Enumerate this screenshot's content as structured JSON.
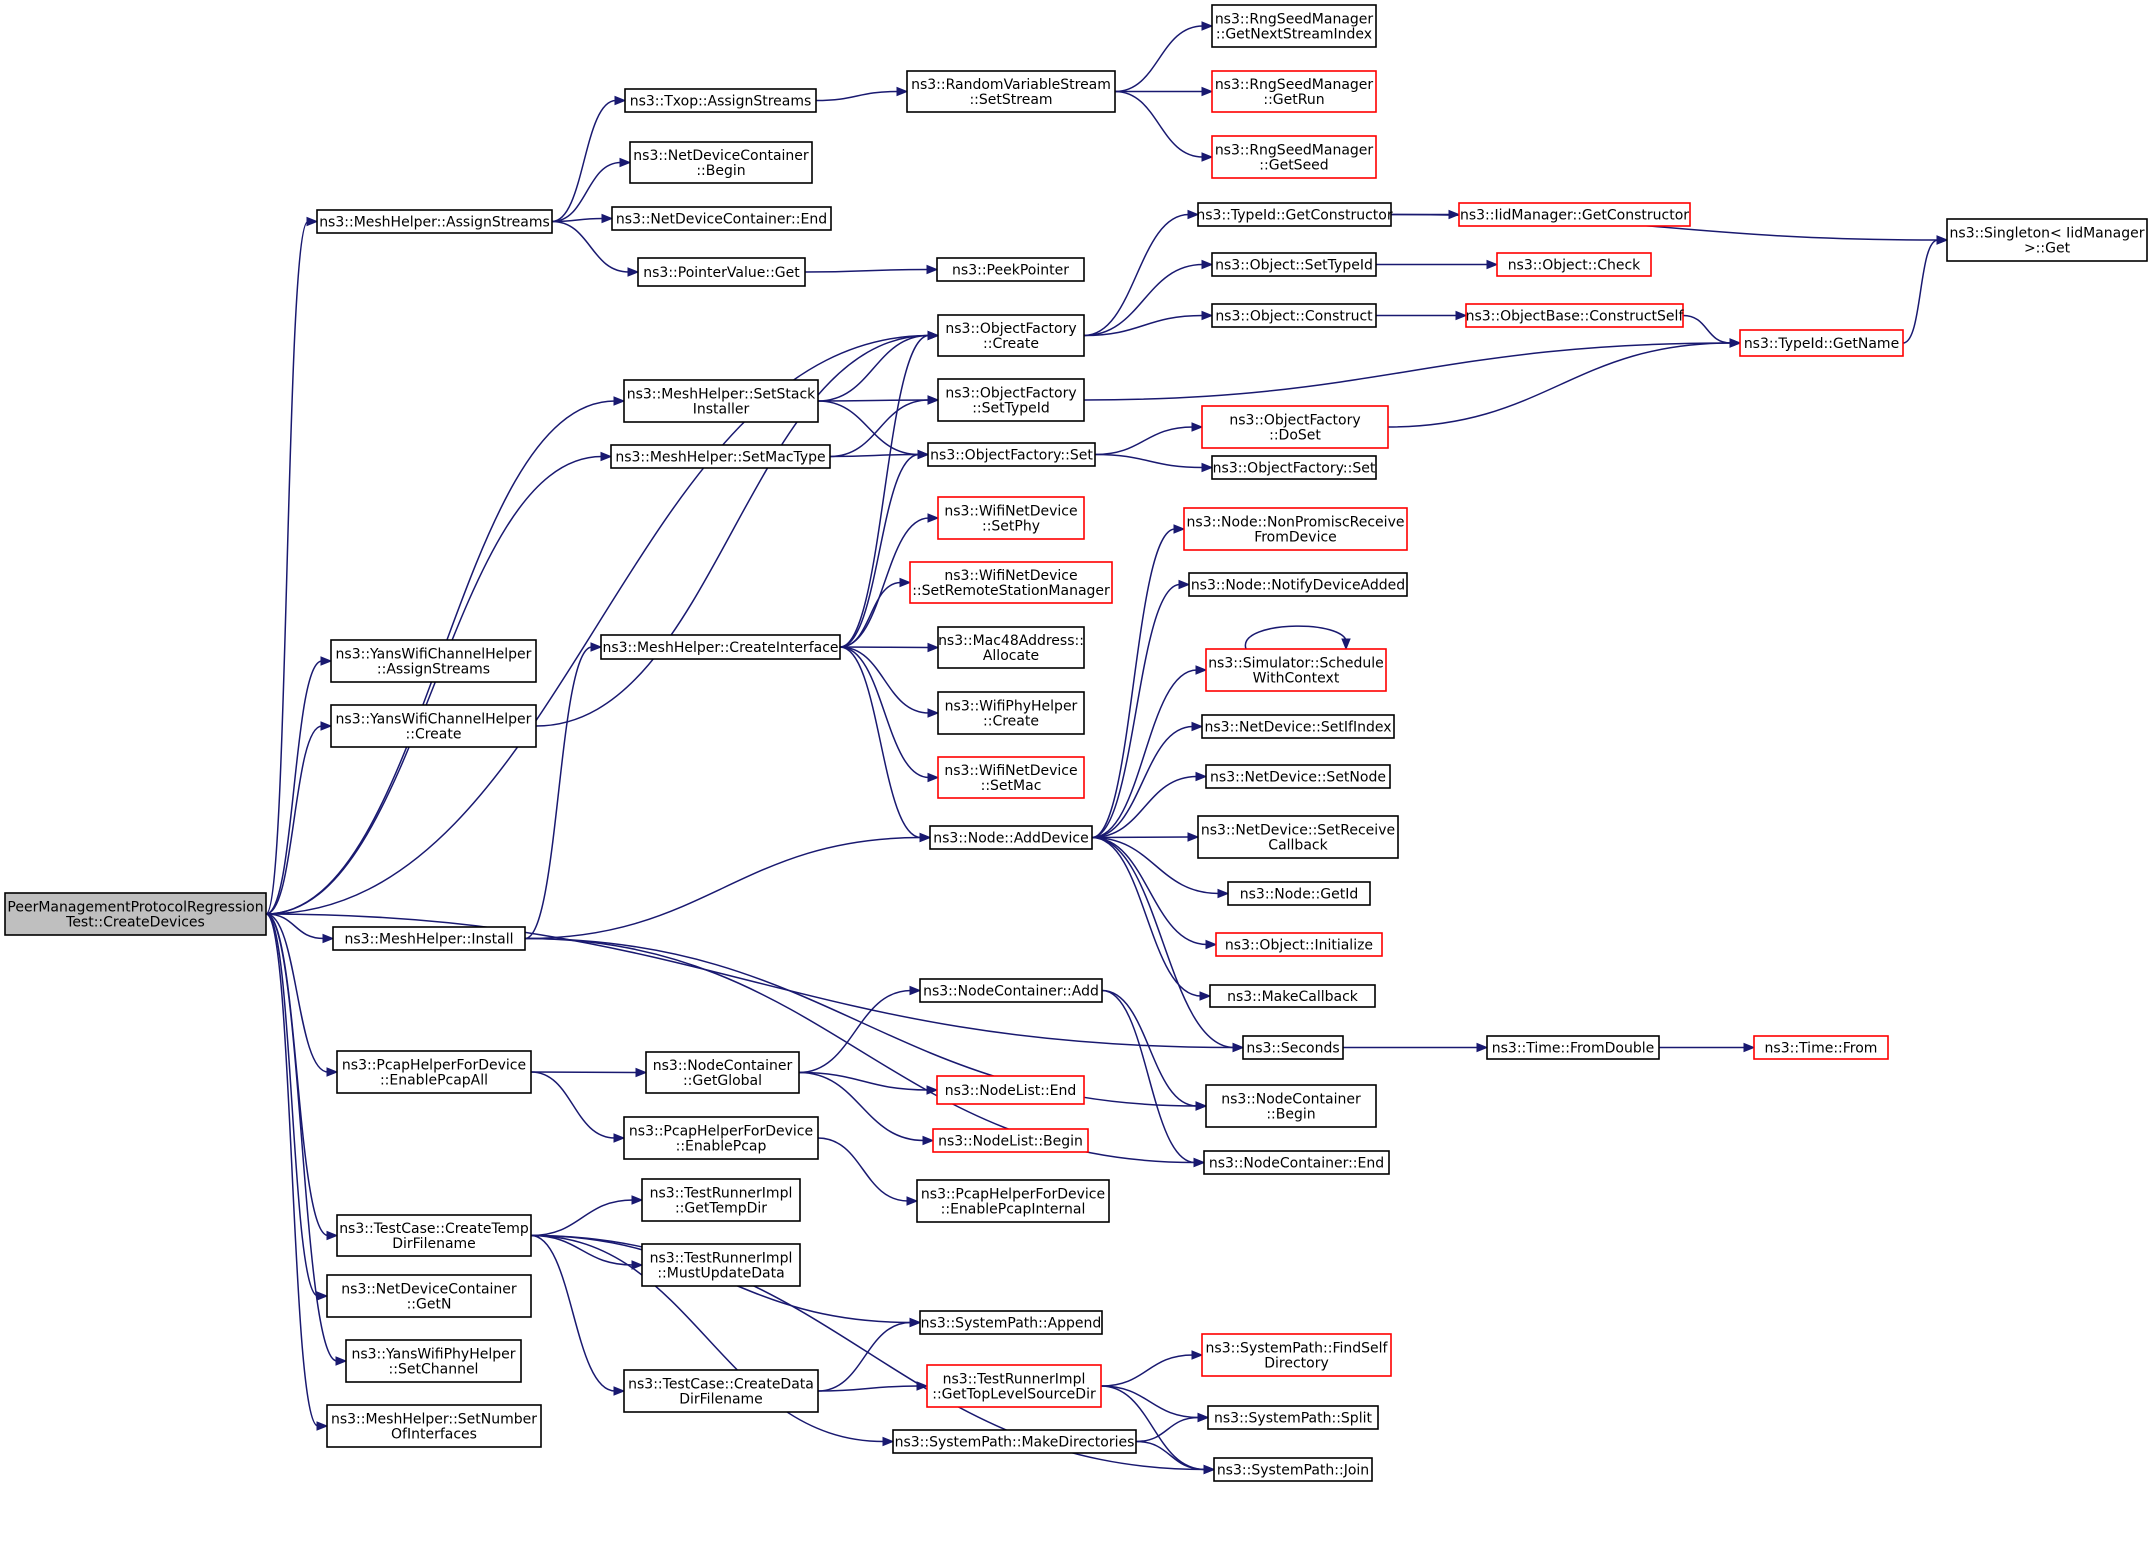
{
  "diagram": {
    "nodes": [
      {
        "id": "root",
        "lines": [
          "PeerManagementProtocolRegression",
          "Test::CreateDevices"
        ],
        "style": "root"
      },
      {
        "id": "mh_assign",
        "lines": [
          "ns3::MeshHelper::AssignStreams"
        ],
        "style": "normal"
      },
      {
        "id": "yans_assign",
        "lines": [
          "ns3::YansWifiChannelHelper",
          "::AssignStreams"
        ],
        "style": "normal"
      },
      {
        "id": "yans_create",
        "lines": [
          "ns3::YansWifiChannelHelper",
          "::Create"
        ],
        "style": "normal"
      },
      {
        "id": "mh_install",
        "lines": [
          "ns3::MeshHelper::Install"
        ],
        "style": "normal"
      },
      {
        "id": "pcap_all",
        "lines": [
          "ns3::PcapHelperForDevice",
          "::EnablePcapAll"
        ],
        "style": "normal"
      },
      {
        "id": "tc_temp",
        "lines": [
          "ns3::TestCase::CreateTemp",
          "DirFilename"
        ],
        "style": "normal"
      },
      {
        "id": "ndc_getn",
        "lines": [
          "ns3::NetDeviceContainer",
          "::GetN"
        ],
        "style": "normal"
      },
      {
        "id": "yansphy_setch",
        "lines": [
          "ns3::YansWifiPhyHelper",
          "::SetChannel"
        ],
        "style": "normal"
      },
      {
        "id": "mh_setnum",
        "lines": [
          "ns3::MeshHelper::SetNumber",
          "OfInterfaces"
        ],
        "style": "normal"
      },
      {
        "id": "txop_assign",
        "lines": [
          "ns3::Txop::AssignStreams"
        ],
        "style": "normal"
      },
      {
        "id": "ndc_begin",
        "lines": [
          "ns3::NetDeviceContainer",
          "::Begin"
        ],
        "style": "normal"
      },
      {
        "id": "ndc_end",
        "lines": [
          "ns3::NetDeviceContainer::End"
        ],
        "style": "normal"
      },
      {
        "id": "pv_get",
        "lines": [
          "ns3::PointerValue::Get"
        ],
        "style": "normal"
      },
      {
        "id": "mh_setstack",
        "lines": [
          "ns3::MeshHelper::SetStack",
          "Installer"
        ],
        "style": "normal"
      },
      {
        "id": "mh_setmac",
        "lines": [
          "ns3::MeshHelper::SetMacType"
        ],
        "style": "normal"
      },
      {
        "id": "mh_createif",
        "lines": [
          "ns3::MeshHelper::CreateInterface"
        ],
        "style": "normal"
      },
      {
        "id": "nc_getglobal",
        "lines": [
          "ns3::NodeContainer",
          "::GetGlobal"
        ],
        "style": "normal"
      },
      {
        "id": "pcap_enable",
        "lines": [
          "ns3::PcapHelperForDevice",
          "::EnablePcap"
        ],
        "style": "normal"
      },
      {
        "id": "tri_gettemp",
        "lines": [
          "ns3::TestRunnerImpl",
          "::GetTempDir"
        ],
        "style": "normal"
      },
      {
        "id": "tri_must",
        "lines": [
          "ns3::TestRunnerImpl",
          "::MustUpdateData"
        ],
        "style": "normal"
      },
      {
        "id": "tc_data",
        "lines": [
          "ns3::TestCase::CreateData",
          "DirFilename"
        ],
        "style": "normal"
      },
      {
        "id": "rvs_setstream",
        "lines": [
          "ns3::RandomVariableStream",
          "::SetStream"
        ],
        "style": "normal"
      },
      {
        "id": "peekpointer",
        "lines": [
          "ns3::PeekPointer"
        ],
        "style": "normal"
      },
      {
        "id": "of_create",
        "lines": [
          "ns3::ObjectFactory",
          "::Create"
        ],
        "style": "normal"
      },
      {
        "id": "of_settypeid",
        "lines": [
          "ns3::ObjectFactory",
          "::SetTypeId"
        ],
        "style": "normal"
      },
      {
        "id": "of_set",
        "lines": [
          "ns3::ObjectFactory::Set"
        ],
        "style": "normal"
      },
      {
        "id": "wnd_setphy",
        "lines": [
          "ns3::WifiNetDevice",
          "::SetPhy"
        ],
        "style": "red"
      },
      {
        "id": "wnd_setrsm",
        "lines": [
          "ns3::WifiNetDevice",
          "::SetRemoteStationManager"
        ],
        "style": "red"
      },
      {
        "id": "mac48_alloc",
        "lines": [
          "ns3::Mac48Address::",
          "Allocate"
        ],
        "style": "normal"
      },
      {
        "id": "wph_create",
        "lines": [
          "ns3::WifiPhyHelper",
          "::Create"
        ],
        "style": "normal"
      },
      {
        "id": "wnd_setmac",
        "lines": [
          "ns3::WifiNetDevice",
          "::SetMac"
        ],
        "style": "red"
      },
      {
        "id": "node_adddev",
        "lines": [
          "ns3::Node::AddDevice"
        ],
        "style": "normal"
      },
      {
        "id": "nc_add",
        "lines": [
          "ns3::NodeContainer::Add"
        ],
        "style": "normal"
      },
      {
        "id": "nl_end",
        "lines": [
          "ns3::NodeList::End"
        ],
        "style": "red"
      },
      {
        "id": "nl_begin",
        "lines": [
          "ns3::NodeList::Begin"
        ],
        "style": "red"
      },
      {
        "id": "pcap_internal",
        "lines": [
          "ns3::PcapHelperForDevice",
          "::EnablePcapInternal"
        ],
        "style": "normal"
      },
      {
        "id": "sp_append",
        "lines": [
          "ns3::SystemPath::Append"
        ],
        "style": "normal"
      },
      {
        "id": "tri_gettop",
        "lines": [
          "ns3::TestRunnerImpl",
          "::GetTopLevelSourceDir"
        ],
        "style": "red"
      },
      {
        "id": "sp_mkdirs",
        "lines": [
          "ns3::SystemPath::MakeDirectories"
        ],
        "style": "normal"
      },
      {
        "id": "rsm_nextidx",
        "lines": [
          "ns3::RngSeedManager",
          "::GetNextStreamIndex"
        ],
        "style": "normal"
      },
      {
        "id": "rsm_getrun",
        "lines": [
          "ns3::RngSeedManager",
          "::GetRun"
        ],
        "style": "red"
      },
      {
        "id": "rsm_getseed",
        "lines": [
          "ns3::RngSeedManager",
          "::GetSeed"
        ],
        "style": "red"
      },
      {
        "id": "tid_getctor",
        "lines": [
          "ns3::TypeId::GetConstructor"
        ],
        "style": "normal"
      },
      {
        "id": "obj_settypeid",
        "lines": [
          "ns3::Object::SetTypeId"
        ],
        "style": "normal"
      },
      {
        "id": "obj_construct",
        "lines": [
          "ns3::Object::Construct"
        ],
        "style": "normal"
      },
      {
        "id": "of_doset",
        "lines": [
          "ns3::ObjectFactory",
          "::DoSet"
        ],
        "style": "red"
      },
      {
        "id": "of_set2",
        "lines": [
          "ns3::ObjectFactory::Set"
        ],
        "style": "normal"
      },
      {
        "id": "node_nonpromisc",
        "lines": [
          "ns3::Node::NonPromiscReceive",
          "FromDevice"
        ],
        "style": "red"
      },
      {
        "id": "node_notify",
        "lines": [
          "ns3::Node::NotifyDeviceAdded"
        ],
        "style": "normal"
      },
      {
        "id": "sim_sched",
        "lines": [
          "ns3::Simulator::Schedule",
          "WithContext"
        ],
        "style": "red"
      },
      {
        "id": "nd_setifindex",
        "lines": [
          "ns3::NetDevice::SetIfIndex"
        ],
        "style": "normal"
      },
      {
        "id": "nd_setnode",
        "lines": [
          "ns3::NetDevice::SetNode"
        ],
        "style": "normal"
      },
      {
        "id": "nd_setrecv",
        "lines": [
          "ns3::NetDevice::SetReceive",
          "Callback"
        ],
        "style": "normal"
      },
      {
        "id": "node_getid",
        "lines": [
          "ns3::Node::GetId"
        ],
        "style": "normal"
      },
      {
        "id": "obj_init",
        "lines": [
          "ns3::Object::Initialize"
        ],
        "style": "red"
      },
      {
        "id": "makecb",
        "lines": [
          "ns3::MakeCallback"
        ],
        "style": "normal"
      },
      {
        "id": "seconds",
        "lines": [
          "ns3::Seconds"
        ],
        "style": "normal"
      },
      {
        "id": "nc_begin",
        "lines": [
          "ns3::NodeContainer",
          "::Begin"
        ],
        "style": "normal"
      },
      {
        "id": "nc_end",
        "lines": [
          "ns3::NodeContainer::End"
        ],
        "style": "normal"
      },
      {
        "id": "sp_findself",
        "lines": [
          "ns3::SystemPath::FindSelf",
          "Directory"
        ],
        "style": "red"
      },
      {
        "id": "sp_split",
        "lines": [
          "ns3::SystemPath::Split"
        ],
        "style": "normal"
      },
      {
        "id": "sp_join",
        "lines": [
          "ns3::SystemPath::Join"
        ],
        "style": "normal"
      },
      {
        "id": "iid_getctor",
        "lines": [
          "ns3::IidManager::GetConstructor"
        ],
        "style": "red"
      },
      {
        "id": "obj_check",
        "lines": [
          "ns3::Object::Check"
        ],
        "style": "red"
      },
      {
        "id": "ob_constructself",
        "lines": [
          "ns3::ObjectBase::ConstructSelf"
        ],
        "style": "red"
      },
      {
        "id": "tid_getname",
        "lines": [
          "ns3::TypeId::GetName"
        ],
        "style": "red"
      },
      {
        "id": "time_fromdouble",
        "lines": [
          "ns3::Time::FromDouble"
        ],
        "style": "normal"
      },
      {
        "id": "time_from",
        "lines": [
          "ns3::Time::From"
        ],
        "style": "red"
      },
      {
        "id": "singleton_get",
        "lines": [
          "ns3::Singleton< IidManager",
          " >::Get"
        ],
        "style": "normal"
      }
    ],
    "edges": [
      [
        "root",
        "mh_assign"
      ],
      [
        "root",
        "yans_assign"
      ],
      [
        "root",
        "yans_create"
      ],
      [
        "root",
        "mh_setstack"
      ],
      [
        "root",
        "mh_setmac"
      ],
      [
        "root",
        "of_create"
      ],
      [
        "root",
        "mh_install"
      ],
      [
        "root",
        "seconds"
      ],
      [
        "root",
        "pcap_all"
      ],
      [
        "root",
        "tc_temp"
      ],
      [
        "root",
        "ndc_getn"
      ],
      [
        "root",
        "yansphy_setch"
      ],
      [
        "root",
        "mh_setnum"
      ],
      [
        "mh_assign",
        "txop_assign"
      ],
      [
        "mh_assign",
        "ndc_begin"
      ],
      [
        "mh_assign",
        "ndc_end"
      ],
      [
        "mh_assign",
        "pv_get"
      ],
      [
        "txop_assign",
        "rvs_setstream"
      ],
      [
        "pv_get",
        "peekpointer"
      ],
      [
        "rvs_setstream",
        "rsm_nextidx"
      ],
      [
        "rvs_setstream",
        "rsm_getrun"
      ],
      [
        "rvs_setstream",
        "rsm_getseed"
      ],
      [
        "yans_create",
        "of_create"
      ],
      [
        "mh_setstack",
        "of_create"
      ],
      [
        "mh_setstack",
        "of_settypeid"
      ],
      [
        "mh_setstack",
        "of_set"
      ],
      [
        "mh_setmac",
        "of_settypeid"
      ],
      [
        "mh_setmac",
        "of_set"
      ],
      [
        "mh_install",
        "mh_createif"
      ],
      [
        "mh_install",
        "node_adddev"
      ],
      [
        "mh_install",
        "nc_begin"
      ],
      [
        "mh_install",
        "nc_end"
      ],
      [
        "mh_createif",
        "of_create"
      ],
      [
        "mh_createif",
        "of_set"
      ],
      [
        "mh_createif",
        "wnd_setphy"
      ],
      [
        "mh_createif",
        "wnd_setrsm"
      ],
      [
        "mh_createif",
        "mac48_alloc"
      ],
      [
        "mh_createif",
        "wph_create"
      ],
      [
        "mh_createif",
        "wnd_setmac"
      ],
      [
        "mh_createif",
        "node_adddev"
      ],
      [
        "of_create",
        "tid_getctor"
      ],
      [
        "of_create",
        "obj_settypeid"
      ],
      [
        "of_create",
        "obj_construct"
      ],
      [
        "of_settypeid",
        "tid_getname"
      ],
      [
        "of_set",
        "of_doset"
      ],
      [
        "of_set",
        "of_set2"
      ],
      [
        "tid_getctor",
        "iid_getctor"
      ],
      [
        "tid_getctor",
        "singleton_get"
      ],
      [
        "obj_settypeid",
        "obj_check"
      ],
      [
        "obj_construct",
        "ob_constructself"
      ],
      [
        "ob_constructself",
        "tid_getname"
      ],
      [
        "of_doset",
        "tid_getname"
      ],
      [
        "tid_getname",
        "singleton_get"
      ],
      [
        "node_adddev",
        "node_nonpromisc"
      ],
      [
        "node_adddev",
        "node_notify"
      ],
      [
        "node_adddev",
        "sim_sched"
      ],
      [
        "node_adddev",
        "nd_setifindex"
      ],
      [
        "node_adddev",
        "nd_setnode"
      ],
      [
        "node_adddev",
        "nd_setrecv"
      ],
      [
        "node_adddev",
        "node_getid"
      ],
      [
        "node_adddev",
        "obj_init"
      ],
      [
        "node_adddev",
        "makecb"
      ],
      [
        "node_adddev",
        "seconds"
      ],
      [
        "sim_sched",
        "sim_sched"
      ],
      [
        "seconds",
        "time_fromdouble"
      ],
      [
        "time_fromdouble",
        "time_from"
      ],
      [
        "pcap_all",
        "nc_getglobal"
      ],
      [
        "pcap_all",
        "pcap_enable"
      ],
      [
        "nc_getglobal",
        "nc_add"
      ],
      [
        "nc_getglobal",
        "nl_end"
      ],
      [
        "nc_getglobal",
        "nl_begin"
      ],
      [
        "nc_add",
        "nc_begin"
      ],
      [
        "nc_add",
        "nc_end"
      ],
      [
        "pcap_enable",
        "pcap_internal"
      ],
      [
        "tc_temp",
        "tri_gettemp"
      ],
      [
        "tc_temp",
        "tri_must"
      ],
      [
        "tc_temp",
        "sp_append"
      ],
      [
        "tc_temp",
        "tc_data"
      ],
      [
        "tc_temp",
        "sp_mkdirs"
      ],
      [
        "tc_temp",
        "sp_join"
      ],
      [
        "tc_data",
        "sp_append"
      ],
      [
        "tc_data",
        "tri_gettop"
      ],
      [
        "tri_gettop",
        "sp_findself"
      ],
      [
        "tri_gettop",
        "sp_split"
      ],
      [
        "tri_gettop",
        "sp_join"
      ],
      [
        "sp_mkdirs",
        "sp_split"
      ],
      [
        "sp_mkdirs",
        "sp_join"
      ]
    ]
  },
  "colors": {
    "edge": "#191970",
    "box": "#000000",
    "box_red": "#ff0000",
    "root_fill": "#bfbfbf"
  }
}
